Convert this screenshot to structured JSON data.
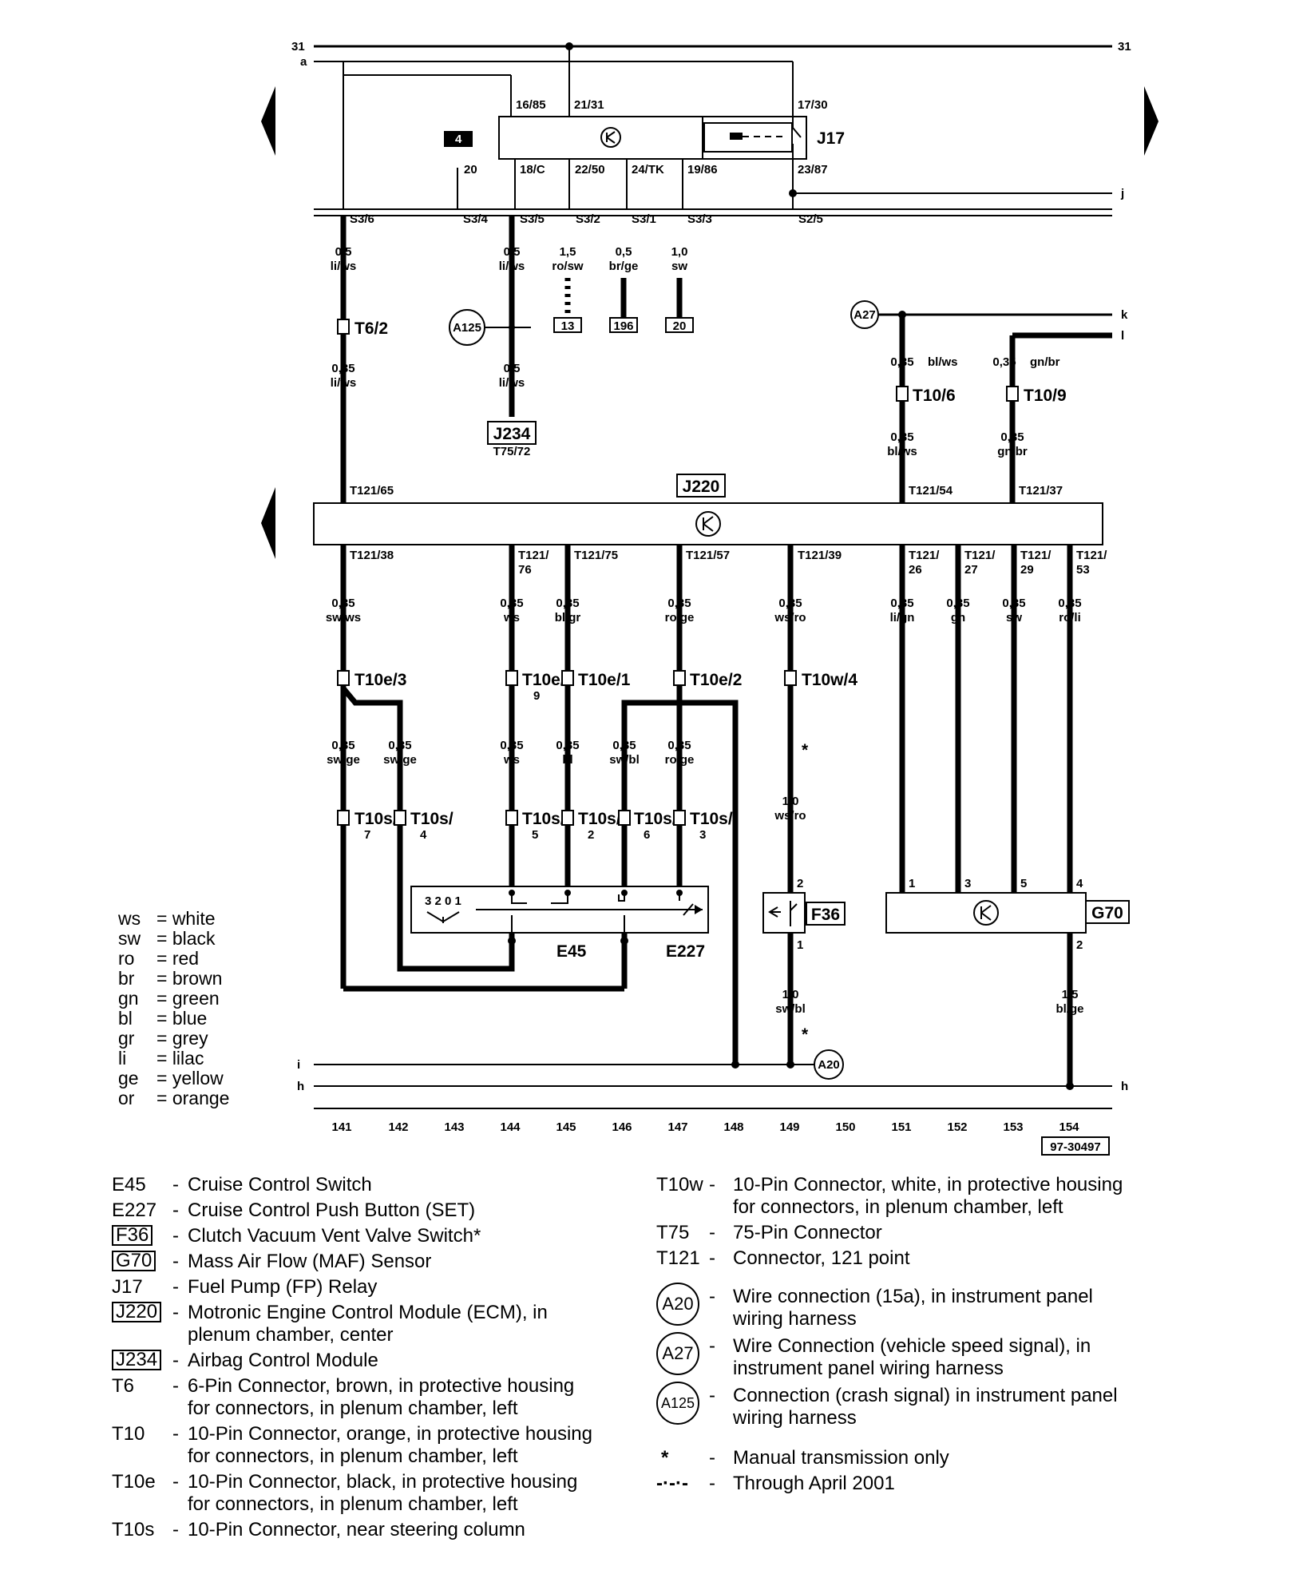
{
  "diagram_id": "97-30497",
  "ground": {
    "left": "31",
    "right": "31",
    "a": "a",
    "j": "j",
    "k": "k",
    "l": "l",
    "i": "i",
    "h_left": "h",
    "h_right": "h"
  },
  "relay": {
    "label": "J17",
    "pins_top": [
      "16/85",
      "21/31",
      "17/30"
    ],
    "pins_bottom": [
      "18/C",
      "22/50",
      "24/TK",
      "19/86",
      "23/87"
    ],
    "pin20": "20",
    "box4": "4"
  },
  "fuse_pins": [
    "S3/6",
    "S3/4",
    "S3/5",
    "S3/2",
    "S3/1",
    "S3/3",
    "S2/5"
  ],
  "wires_top": [
    {
      "size": "0,5",
      "color": "li/ws"
    },
    {
      "size": "0,5",
      "color": "li/ws"
    },
    {
      "size": "1,5",
      "color": "ro/sw"
    },
    {
      "size": "0,5",
      "color": "br/ge"
    },
    {
      "size": "1,0",
      "color": "sw"
    }
  ],
  "refs_top": [
    "13",
    "196",
    "20"
  ],
  "wires_mid": [
    {
      "size": "0,35",
      "color": "li/ws"
    },
    {
      "size": "0,5",
      "color": "li/ws"
    },
    {
      "size": "0,35",
      "color": "bl/ws"
    },
    {
      "size": "0,35",
      "color": "gn/br"
    },
    {
      "size": "0,35",
      "color": "bl/ws"
    },
    {
      "size": "0,35",
      "color": "gn/br"
    }
  ],
  "connectors_top": [
    "T6/2",
    "T10/6",
    "T10/9"
  ],
  "circles": {
    "a125": "A125",
    "a27": "A27",
    "a20": "A20"
  },
  "j234": {
    "label": "J234",
    "pin": "T75/72"
  },
  "ecm": {
    "label": "J220",
    "pins_top": [
      "T121/65",
      "T121/54",
      "T121/37"
    ],
    "pins_bottom": [
      "T121/38",
      "T121/",
      "76",
      "T121/75",
      "T121/57",
      "T121/39",
      "T121/",
      "26",
      "T121/",
      "27",
      "T121/",
      "29",
      "T121/",
      "53"
    ]
  },
  "wires_lower": [
    {
      "size": "0,35",
      "color": "sw/ws"
    },
    {
      "size": "0,35",
      "color": "ws"
    },
    {
      "size": "0,35",
      "color": "bl/gr"
    },
    {
      "size": "0,35",
      "color": "ro/ge"
    },
    {
      "size": "0,35",
      "color": "ws/ro"
    },
    {
      "size": "0,35",
      "color": "li/gn"
    },
    {
      "size": "0,35",
      "color": "gn"
    },
    {
      "size": "0,35",
      "color": "sw"
    },
    {
      "size": "0,35",
      "color": "ro/li"
    }
  ],
  "connectors_lower": [
    "T10e/3",
    "T10e/",
    "9",
    "T10e/1",
    "T10e/2",
    "T10w/4"
  ],
  "wires_lower2": [
    {
      "size": "0,35",
      "color": "sw/ge"
    },
    {
      "size": "0,35",
      "color": "sw/ge"
    },
    {
      "size": "0,35",
      "color": "ws"
    },
    {
      "size": "0,35",
      "color": "bl"
    },
    {
      "size": "0,35",
      "color": "sw/bl"
    },
    {
      "size": "0,35",
      "color": "ro/ge"
    },
    {
      "size": "1,0",
      "color": "ws/ro"
    }
  ],
  "connectors_t10s": [
    {
      "a": "T10s/",
      "b": "7"
    },
    {
      "a": "T10s/",
      "b": "4"
    },
    {
      "a": "T10s/",
      "b": "5"
    },
    {
      "a": "T10s/",
      "b": "2"
    },
    {
      "a": "T10s/",
      "b": "6"
    },
    {
      "a": "T10s/",
      "b": "3"
    }
  ],
  "switch": {
    "code": "3 2 0 1",
    "e45": "E45",
    "e227": "E227"
  },
  "f36": {
    "label": "F36",
    "pin_top": "2",
    "pin_bottom": "1"
  },
  "g70": {
    "label": "G70",
    "pins": [
      "1",
      "3",
      "5",
      "4"
    ],
    "pin_bottom": "2"
  },
  "wires_bottom": [
    {
      "size": "1,0",
      "color": "sw/bl"
    },
    {
      "size": "1,5",
      "color": "bl/ge"
    }
  ],
  "asterisk": "*",
  "scale": [
    "141",
    "142",
    "143",
    "144",
    "145",
    "146",
    "147",
    "148",
    "149",
    "150",
    "151",
    "152",
    "153",
    "154"
  ],
  "color_legend": [
    {
      "code": "ws",
      "name": "= white"
    },
    {
      "code": "sw",
      "name": "= black"
    },
    {
      "code": "ro",
      "name": "= red"
    },
    {
      "code": "br",
      "name": "= brown"
    },
    {
      "code": "gn",
      "name": "= green"
    },
    {
      "code": "bl",
      "name": "= blue"
    },
    {
      "code": "gr",
      "name": "= grey"
    },
    {
      "code": "li",
      "name": "= lilac"
    },
    {
      "code": "ge",
      "name": "= yellow"
    },
    {
      "code": "or",
      "name": "= orange"
    }
  ],
  "key_left": [
    {
      "code": "E45",
      "dash": "-",
      "desc": "Cruise Control Switch"
    },
    {
      "code": "E227",
      "dash": "-",
      "desc": "Cruise Control Push Button (SET)"
    },
    {
      "code": "F36",
      "dash": "-",
      "desc": "Clutch Vacuum Vent Valve Switch*"
    },
    {
      "code": "G70",
      "dash": "-",
      "desc": "Mass Air Flow (MAF) Sensor"
    },
    {
      "code": "J17",
      "dash": "-",
      "desc": "Fuel Pump (FP) Relay"
    },
    {
      "code": "J220",
      "dash": "-",
      "desc": "Motronic Engine Control Module (ECM), in",
      "desc2": "plenum chamber, center"
    },
    {
      "code": "J234",
      "dash": "-",
      "desc": "Airbag Control Module"
    },
    {
      "code": "T6",
      "dash": "-",
      "desc": "6-Pin Connector, brown, in protective housing",
      "desc2": "for connectors, in plenum chamber, left"
    },
    {
      "code": "T10",
      "dash": "-",
      "desc": "10-Pin Connector, orange, in protective housing",
      "desc2": "for connectors, in plenum chamber, left"
    },
    {
      "code": "T10e",
      "dash": "-",
      "desc": "10-Pin Connector, black, in protective housing",
      "desc2": "for connectors, in plenum chamber, left"
    },
    {
      "code": "T10s",
      "dash": "-",
      "desc": "10-Pin Connector, near steering column"
    }
  ],
  "key_right": [
    {
      "code": "T10w",
      "dash": "-",
      "desc": "10-Pin Connector, white, in protective housing",
      "desc2": "for connectors, in plenum chamber, left"
    },
    {
      "code": "T75",
      "dash": "-",
      "desc": "75-Pin Connector"
    },
    {
      "code": "T121",
      "dash": "-",
      "desc": "Connector, 121 point"
    },
    {
      "code": "A20",
      "dash": "-",
      "desc": "Wire connection (15a), in instrument panel",
      "desc2": "wiring harness"
    },
    {
      "code": "A27",
      "dash": "-",
      "desc": "Wire Connection (vehicle speed signal), in",
      "desc2": "instrument panel wiring harness"
    },
    {
      "code": "A125",
      "dash": "-",
      "desc": "Connection (crash signal) in instrument panel",
      "desc2": "wiring harness"
    },
    {
      "code": "*",
      "dash": "-",
      "desc": "Manual transmission only"
    },
    {
      "code": "-·-·-",
      "dash": "-",
      "desc": "Through April 2001"
    }
  ]
}
